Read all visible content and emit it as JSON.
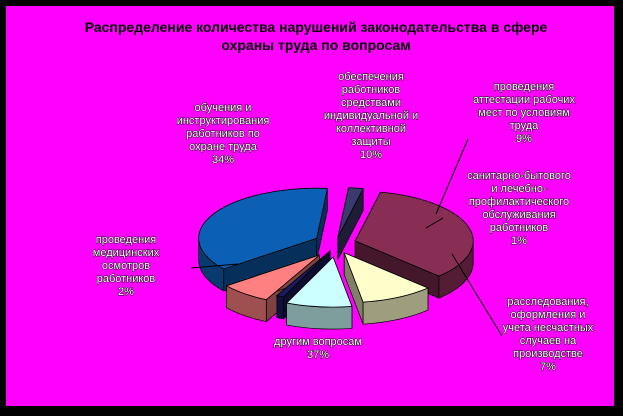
{
  "chart_data": {
    "type": "pie",
    "title": "Распределение количества нарушений законодательства в сфере охраны труда по вопросам",
    "slices": [
      {
        "name": "другим вопросам",
        "value": 37,
        "label": "37%",
        "color": "#0b5fb5"
      },
      {
        "name": "проведения медицинских осмотров работников",
        "value": 2,
        "label": "2%",
        "color": "#3a3a6e"
      },
      {
        "name": "обучения и инструктирования работников по охране труда",
        "value": 34,
        "label": "34%",
        "color": "#882e55"
      },
      {
        "name": "обеспечения работников средствами индивидуальной и коллективной защиты",
        "value": 10,
        "label": "10%",
        "color": "#ffffcc"
      },
      {
        "name": "проведения аттестации рабочих мест по условиям труда",
        "value": 9,
        "label": "9%",
        "color": "#ccffff"
      },
      {
        "name": "санитарно-бытового и лечебно-профилактического обслуживания работников",
        "value": 1,
        "label": "1%",
        "color": "#1a1a60"
      },
      {
        "name": "расследования, оформления и учета несчастных случаев на производстве",
        "value": 7,
        "label": "7%",
        "color": "#ff8080"
      }
    ],
    "legend": "none",
    "exploded": true,
    "three_d": true
  }
}
